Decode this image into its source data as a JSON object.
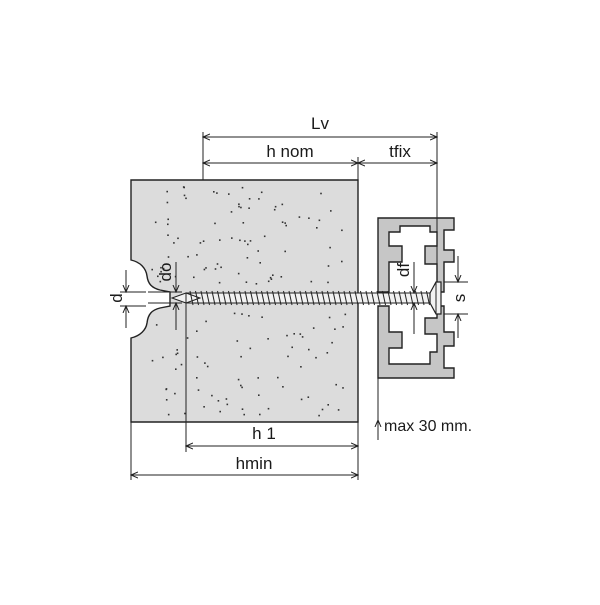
{
  "diagram": {
    "labels": {
      "lv": "Lv",
      "h_nom": "h nom",
      "tfix": "tfix",
      "d": "d",
      "do": "do",
      "df": "df",
      "s": "s",
      "h1": "h 1",
      "hmin": "hmin",
      "max_gap": "max 30 mm."
    },
    "colors": {
      "concrete": "#dcdcdc",
      "frame": "#c6c6c6",
      "line": "#222222",
      "screw": "#f2f2f2"
    }
  }
}
